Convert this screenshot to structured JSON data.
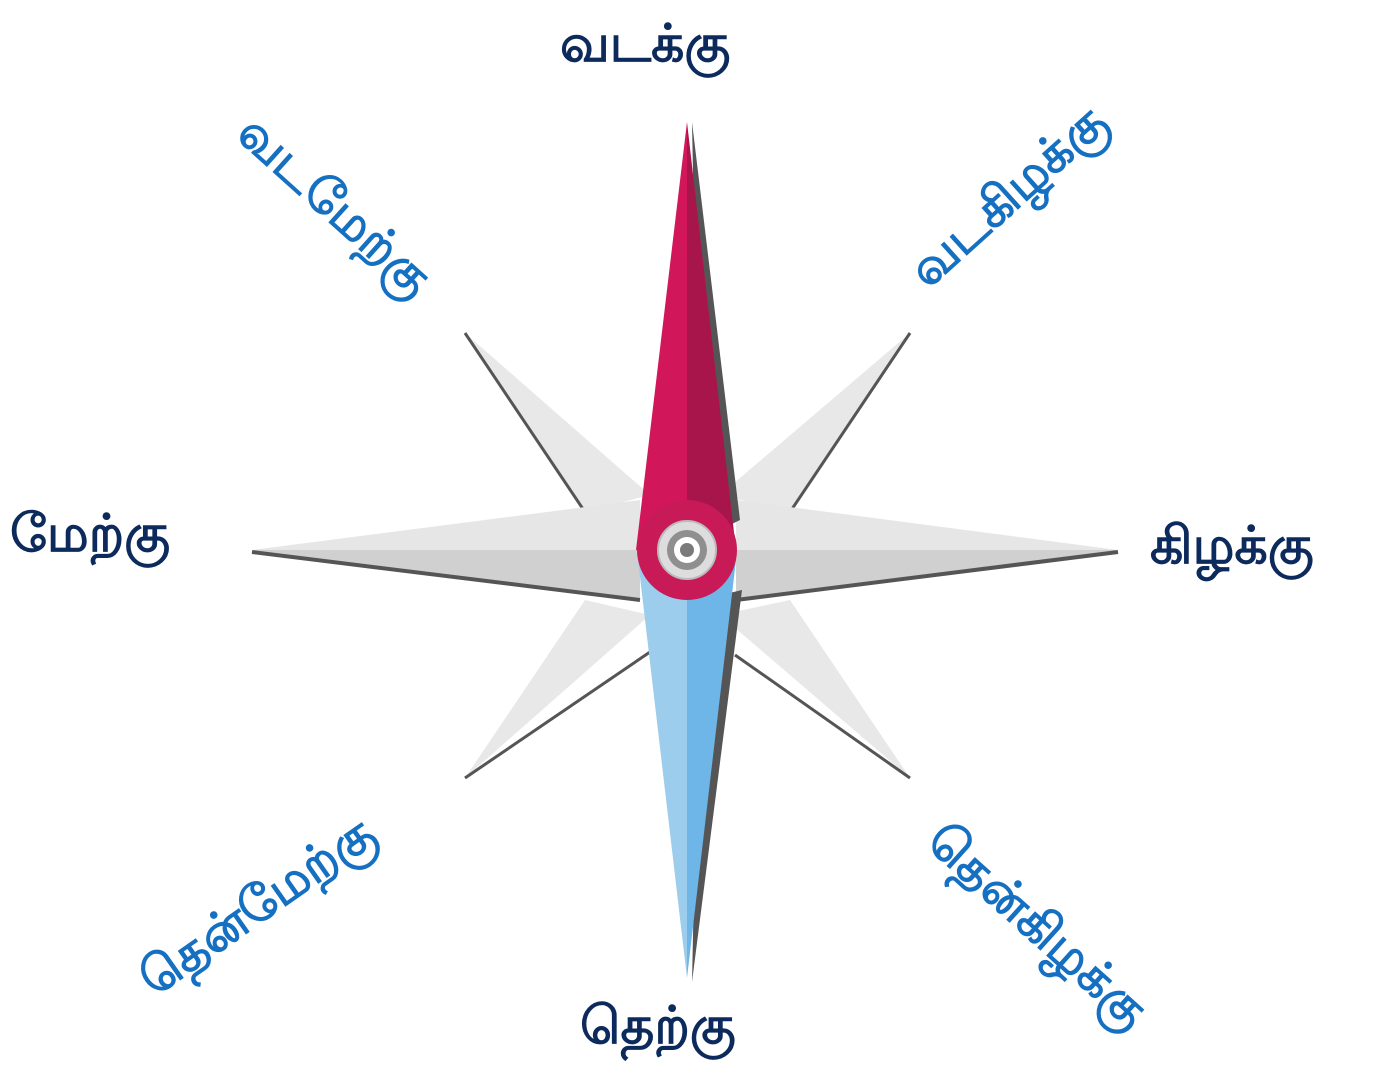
{
  "labels": {
    "north": "வடக்கு",
    "east": "கிழக்கு",
    "south": "தெற்கு",
    "west": "மேற்கு",
    "northeast": "வடகிழக்கு",
    "northwest": "வடமேற்கு",
    "southeast": "தென்கிழக்கு",
    "southwest": "தென்மேற்கு"
  },
  "colors": {
    "cardinal_text": "#0d2a5c",
    "intercardinal_text": "#1570c2",
    "north_needle": "#d1175a",
    "north_needle_shade": "#a8154b",
    "south_needle": "#9ccdec",
    "south_needle_shade": "#6eb5e8",
    "star_light": "#e6e6e6",
    "star_mid": "#d0d0d0",
    "star_edge": "#555555"
  }
}
